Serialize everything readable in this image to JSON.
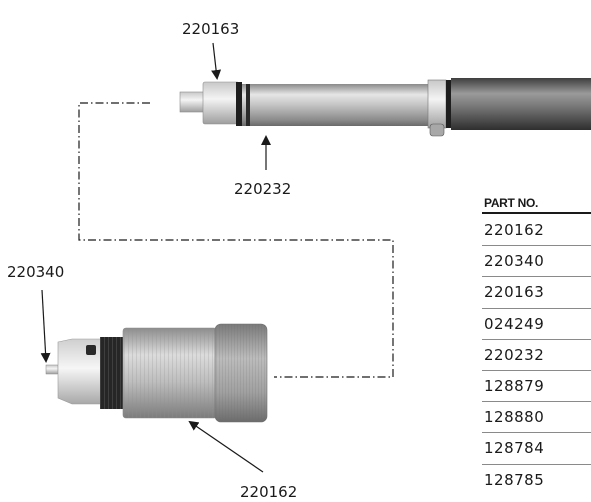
{
  "callouts": {
    "c_220163": "220163",
    "c_220232": "220232",
    "c_220340": "220340",
    "c_220162": "220162"
  },
  "parts_table": {
    "header": "PART NO.",
    "rows": [
      "220162",
      "220340",
      "220163",
      "024249",
      "220232",
      "128879",
      "128880",
      "128784",
      "128785"
    ]
  },
  "colors": {
    "line": "#1a1a1a",
    "metal_light": "#e8e8e8",
    "metal_mid": "#b8b8b8",
    "metal_dark": "#5a5a5a",
    "oring": "#1e1e1e"
  }
}
